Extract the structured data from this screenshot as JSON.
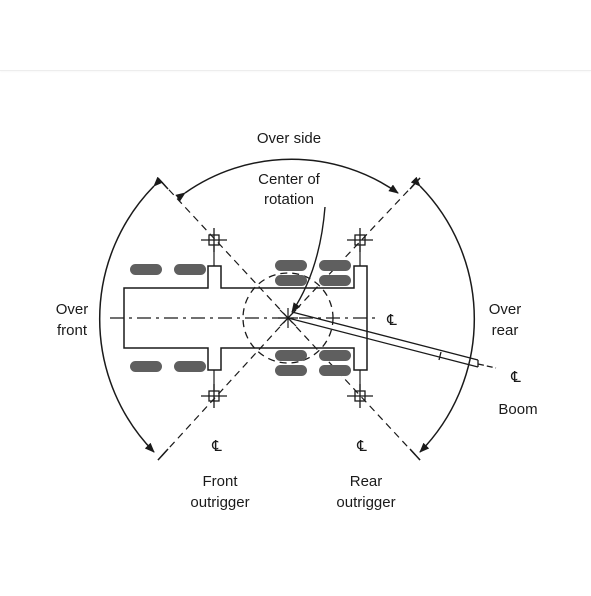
{
  "diagram": {
    "labels": {
      "over_side": "Over side",
      "center_line1": "Center of",
      "center_line2": "rotation",
      "over_front_line1": "Over",
      "over_front_line2": "front",
      "over_rear_line1": "Over",
      "over_rear_line2": "rear",
      "boom": "Boom",
      "front_line1": "Front",
      "front_line2": "outrigger",
      "rear_line1": "Rear",
      "rear_line2": "outrigger"
    },
    "centerline_symbol": "℄",
    "colors": {
      "line": "#1a1a1a",
      "tire": "#5f5f5f",
      "divider": "#ededed"
    }
  }
}
